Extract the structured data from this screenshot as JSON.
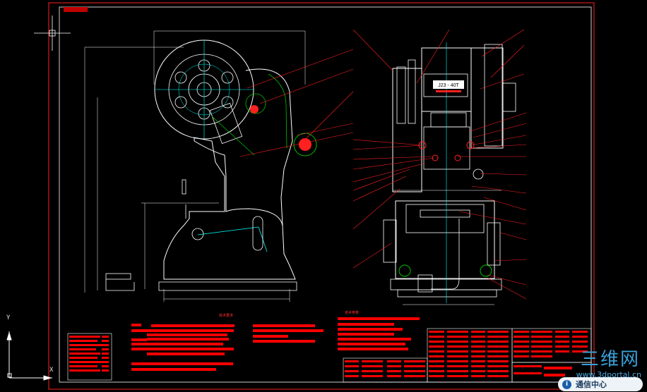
{
  "drawing": {
    "title_tag": "",
    "model_label": "J23 - 40T",
    "section_left_heading": "技术要求",
    "section_right_heading": "技术参数",
    "ucs_x": "X",
    "ucs_y": "Y"
  },
  "watermark": {
    "logo_text": "三维网",
    "site": "www.3dportal.cn",
    "badge_text": "通信中心",
    "badge_icon": "i"
  },
  "colors": {
    "background": "#000000",
    "annotation_red": "#ff0000",
    "outline_white": "#ffffff",
    "centerline_cyan": "#00ffff",
    "leader_red": "#ff2020",
    "green_circle": "#00c000"
  }
}
